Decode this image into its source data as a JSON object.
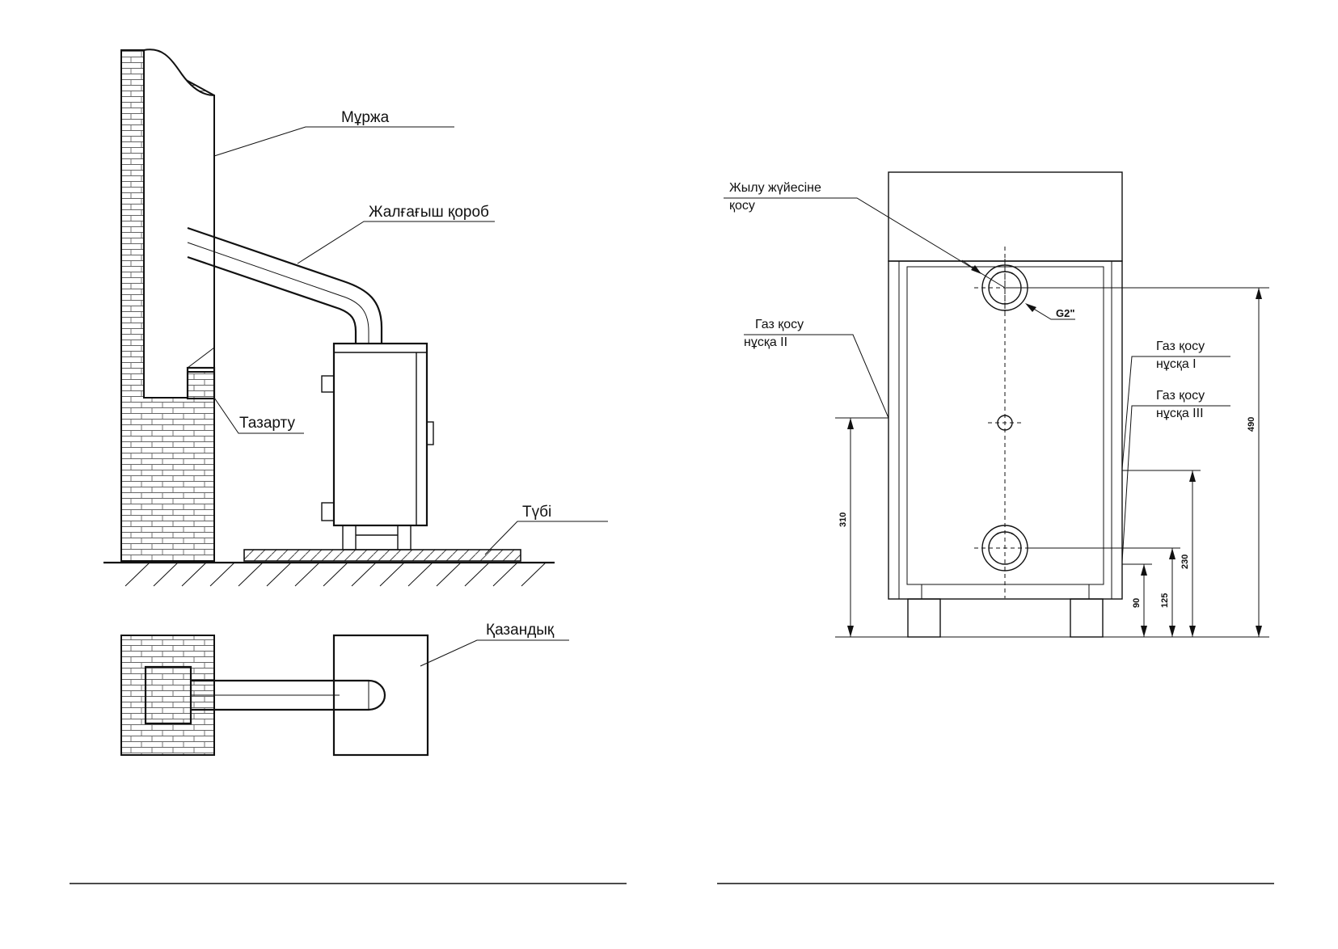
{
  "left_figure": {
    "labels": {
      "chimney": "Мұржа",
      "connector": "Жалғағыш қороб",
      "cleaning": "Тазарту",
      "base": "Түбі",
      "boiler": "Қазандық"
    }
  },
  "right_figure": {
    "labels": {
      "heating_line1": "Жылу жүйесіне",
      "heating_line2": "қосу",
      "gas2_line1": "Газ қосу",
      "gas2_line2": "нұсқа II",
      "gas1_line1": "Газ қосу",
      "gas1_line2": "нұсқа I",
      "gas3_line1": "Газ қосу",
      "gas3_line2": "нұсқа III",
      "thread": "G2\""
    },
    "dimensions": {
      "d310": "310",
      "d490": "490",
      "d230": "230",
      "d125": "125",
      "d90": "90"
    }
  }
}
